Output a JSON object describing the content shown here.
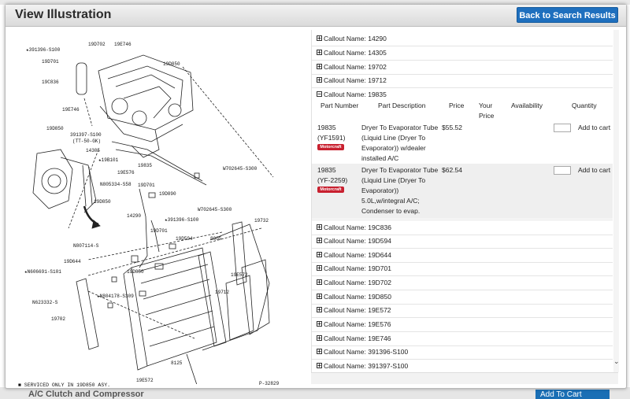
{
  "background": {
    "section_heading": "A/C Clutch and Compressor",
    "add_to_cart_label": "Add To Cart"
  },
  "modal": {
    "title": "View Illustration",
    "back_button": "Back to Search Results"
  },
  "illustration": {
    "labels": {
      "l391396_top": "★391396-S100",
      "l19d702": "19D702",
      "l19e746_top": "19E746",
      "l19d701_a": "19D701",
      "l19c836": "19C836",
      "l19d850_top": "19D850",
      "l19e746_mid": "19E746",
      "l19d850_mid": "19D850",
      "l391397": "391397-S100",
      "ltt50": "(TT-50-GK)",
      "l14305": "14305",
      "l19b101": "★19B101",
      "l19e576": "19E576",
      "l19835": "19835",
      "ln805334": "N805334-S58",
      "l19d850_c": "19D850",
      "lw702645_a": "W702645-S300",
      "l19d701_b": "19D701",
      "l19d890": "19D890",
      "l14290": "14290",
      "l391396_b": "★391396-S100",
      "lw702645_b": "W702645-S300",
      "l19732": "19732",
      "l19d701_c": "19D701",
      "l19d594": "19D594",
      "l8005": "8005",
      "ln807114": "N807114-S",
      "l19d644": "19D644",
      "ln606691": "★N606691-S101",
      "l19d850_d": "19D850",
      "ln804178": "★N804178-S309",
      "l19e572_a": "19E572",
      "l19712": "19712",
      "ln623332": "N623332-S",
      "l19702": "19702",
      "l8125": "8125",
      "l19e572_b": "19E572",
      "lp32829": "P-32829",
      "footnote": "■ SERVICED ONLY IN 19D850 ASY."
    }
  },
  "callouts": {
    "items_before": [
      {
        "sign": "+",
        "label": "Callout Name: 14290"
      },
      {
        "sign": "+",
        "label": "Callout Name: 14305"
      },
      {
        "sign": "+",
        "label": "Callout Name: 19702"
      },
      {
        "sign": "+",
        "label": "Callout Name: 19712"
      }
    ],
    "expanded": {
      "sign": "−",
      "label": "Callout Name: 19835",
      "headers": {
        "part_number": "Part Number",
        "part_description": "Part Description",
        "price": "Price",
        "your_price_1": "Your",
        "your_price_2": "Price",
        "availability": "Availability",
        "quantity": "Quantity"
      },
      "parts": [
        {
          "pn_line1": "19835",
          "pn_line2": "(YF1591)",
          "brand": "Motorcraft",
          "desc_line1": "Dryer To Evaporator Tube",
          "price": "$55.52",
          "desc_line2": "(Liquid Line (Dryer To",
          "desc_line3": "Evaporator)) w/dealer",
          "desc_line4": "installed A/C",
          "add_label": "Add to cart"
        },
        {
          "pn_line1": "19835",
          "pn_line2": "(YF-2259)",
          "brand": "Motorcraft",
          "desc_line1": "Dryer To Evaporator Tube",
          "price": "$62.54",
          "desc_line2": "(Liquid Line (Dryer To",
          "desc_line3": "Evaporator))",
          "desc_line4": "5.0L,w/integral A/C;",
          "desc_line5": "Condenser to evap.",
          "add_label": "Add to cart"
        }
      ]
    },
    "items_after": [
      {
        "sign": "+",
        "label": "Callout Name: 19C836"
      },
      {
        "sign": "+",
        "label": "Callout Name: 19D594"
      },
      {
        "sign": "+",
        "label": "Callout Name: 19D644"
      },
      {
        "sign": "+",
        "label": "Callout Name: 19D701"
      },
      {
        "sign": "+",
        "label": "Callout Name: 19D702"
      },
      {
        "sign": "+",
        "label": "Callout Name: 19D850"
      },
      {
        "sign": "+",
        "label": "Callout Name: 19E572"
      },
      {
        "sign": "+",
        "label": "Callout Name: 19E576"
      },
      {
        "sign": "+",
        "label": "Callout Name: 19E746"
      },
      {
        "sign": "+",
        "label": "Callout Name: 391396-S100"
      },
      {
        "sign": "+",
        "label": "Callout Name: 391397-S100"
      }
    ]
  },
  "icons": {
    "expand": "plus-box-icon",
    "collapse": "minus-box-icon",
    "scroll_down": "chevron-down-icon"
  },
  "colors": {
    "primary_button": "#1e6fbe",
    "brand_badge": "#c8202f"
  }
}
